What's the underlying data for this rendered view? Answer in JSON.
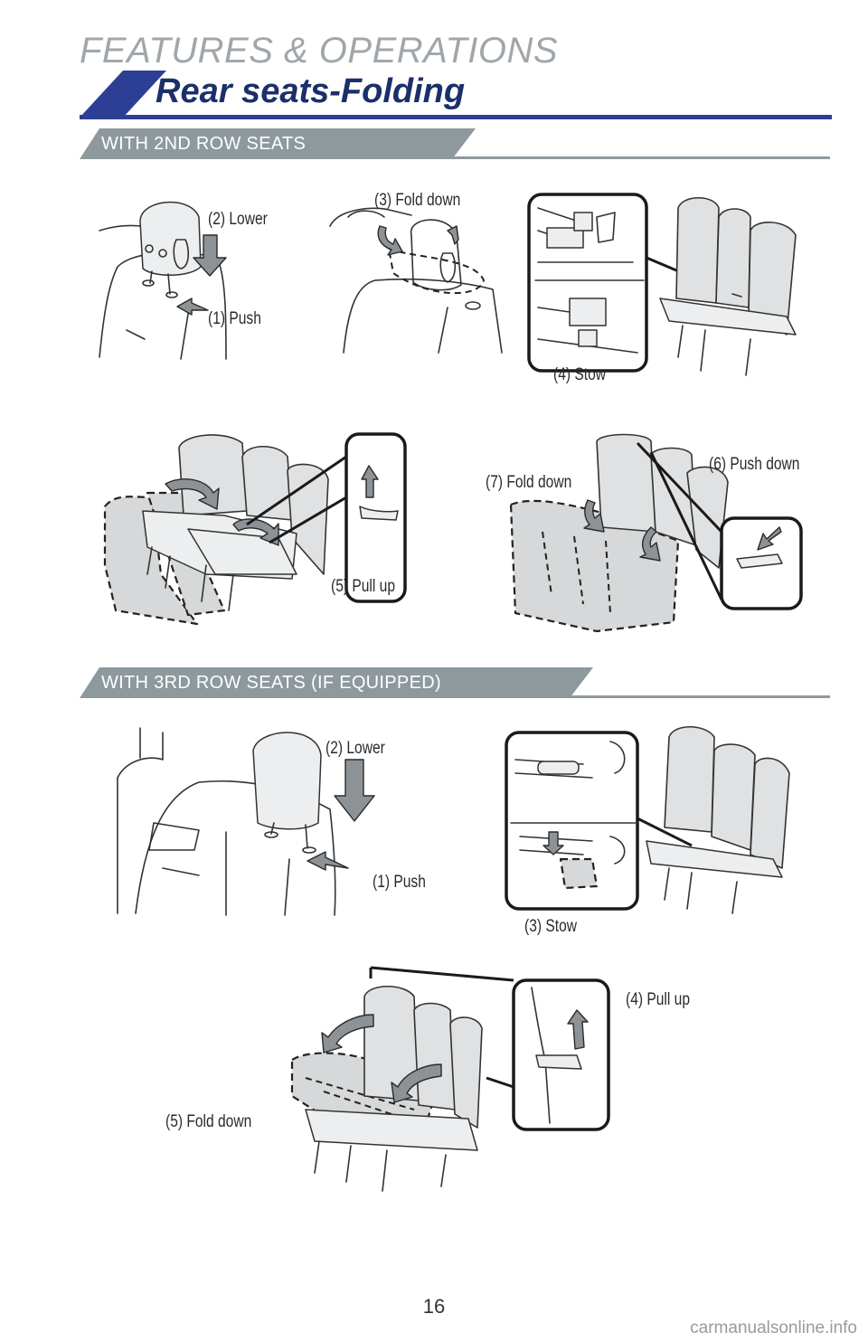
{
  "page": {
    "section": "FEATURES & OPERATIONS",
    "title": "Rear seats-Folding",
    "page_number": "16",
    "watermark": "carmanualsonline.info"
  },
  "colors": {
    "title_navy": "#1b2f6b",
    "accent_blue": "#2d3f95",
    "band_gray": "#8e999d",
    "arrow_gray": "#8d9296"
  },
  "sections": {
    "second_row": {
      "heading": "WITH 2ND ROW SEATS",
      "steps": {
        "push": "(1) Push",
        "lower": "(2) Lower",
        "fold_down_headrest": "(3) Fold down",
        "stow": "(4) Stow",
        "pull_up": "(5) Pull up",
        "push_down": "(6) Push down",
        "fold_down_seat": "(7) Fold down"
      }
    },
    "third_row": {
      "heading": "WITH 3RD ROW SEATS (IF EQUIPPED)",
      "steps": {
        "push": "(1) Push",
        "lower": "(2) Lower",
        "stow": "(3) Stow",
        "pull_up": "(4) Pull up",
        "fold_down": "(5) Fold down"
      }
    }
  }
}
